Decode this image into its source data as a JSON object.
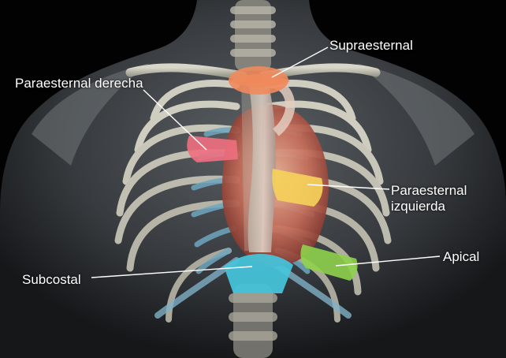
{
  "labels": {
    "supraesternal": "Supraesternal",
    "paraesternal_derecha": "Paraesternal derecha",
    "paraesternal_izquierda_line1": "Paraesternal",
    "paraesternal_izquierda_line2": "izquierda",
    "apical": "Apical",
    "subcostal": "Subcostal"
  },
  "colors": {
    "supraesternal": "#f08a5c",
    "paraesternal_derecha": "#ef6f80",
    "paraesternal_izquierda": "#f5d35a",
    "apical": "#8fd24c",
    "subcostal": "#45c6dc"
  }
}
